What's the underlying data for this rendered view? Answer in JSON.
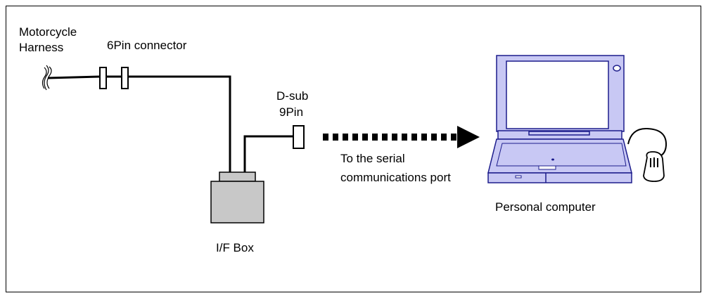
{
  "labels": {
    "harness_line1": "Motorcycle",
    "harness_line2": "Harness",
    "connector": "6Pin connector",
    "dsub_line1": "D-sub",
    "dsub_line2": "9Pin",
    "serial_line1": "To the serial",
    "serial_line2": "communications port",
    "computer": "Personal computer",
    "ifbox": "I/F Box"
  },
  "colors": {
    "laptop_fill": "#c8c8f4",
    "laptop_screen": "#ffffff",
    "laptop_stroke": "#1c1c8c",
    "box_fill": "#c8c8c8",
    "line": "#000000"
  }
}
